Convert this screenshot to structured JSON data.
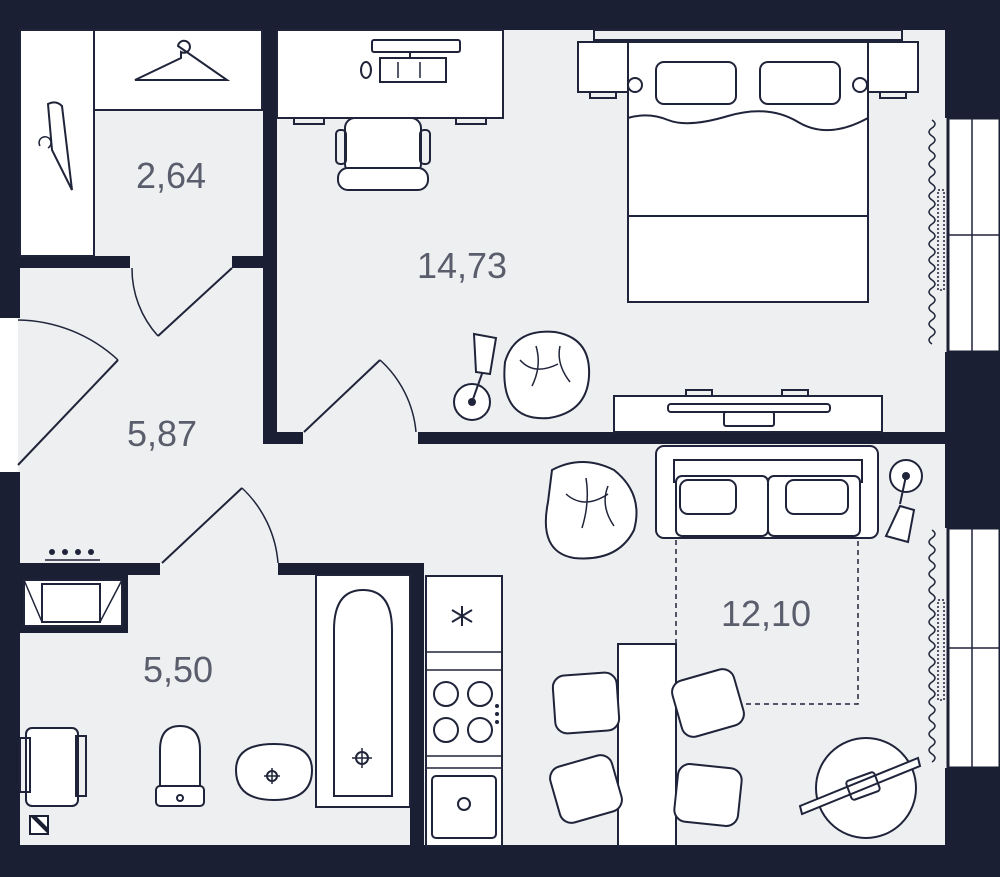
{
  "rooms": {
    "wardrobe": {
      "area": "2,64"
    },
    "bedroom": {
      "area": "14,73"
    },
    "hallway": {
      "area": "5,87"
    },
    "bathroom": {
      "area": "5,50"
    },
    "kitchen_living": {
      "area": "12,10"
    }
  },
  "colors": {
    "wall": "#1a1f33",
    "floor": "#eeeff1",
    "label": "#5a5d6b"
  }
}
